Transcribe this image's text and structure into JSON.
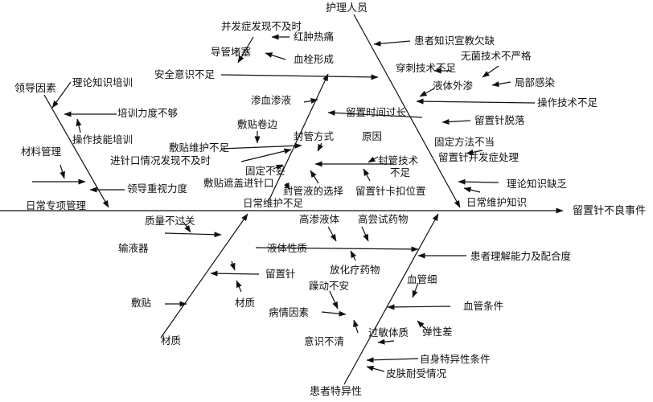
{
  "diagram": {
    "effect": "留置针不良事件",
    "labels": [
      {
        "id": "nurse",
        "text": "护理人员"
      },
      {
        "id": "complication-late",
        "text": "并发症发现不及时"
      },
      {
        "id": "redness",
        "text": "红肿热痛"
      },
      {
        "id": "tube-block",
        "text": "导管堵塞"
      },
      {
        "id": "thrombus",
        "text": "血栓形成"
      },
      {
        "id": "safety",
        "text": "安全意识不足"
      },
      {
        "id": "edu-lack",
        "text": "患者知识宣教欠缺"
      },
      {
        "id": "puncture-skill",
        "text": "穿刺技术不足"
      },
      {
        "id": "aseptic",
        "text": "无菌技术不严格"
      },
      {
        "id": "extravasation",
        "text": "液体外渗"
      },
      {
        "id": "local-infection",
        "text": "局部感染"
      },
      {
        "id": "operation-skill",
        "text": "操作技术不足"
      },
      {
        "id": "bleeding",
        "text": "渗血渗液"
      },
      {
        "id": "dwell-long",
        "text": "留置时间过长"
      },
      {
        "id": "detach",
        "text": "留置针脱落"
      },
      {
        "id": "dressing-edge",
        "text": "敷贴卷边"
      },
      {
        "id": "seal-method",
        "text": "封管方式"
      },
      {
        "id": "reason",
        "text": "原因"
      },
      {
        "id": "fix-improper",
        "text": "固定方法不当"
      },
      {
        "id": "dressing-maint",
        "text": "敷贴维护不足"
      },
      {
        "id": "complication-treat",
        "text": "留置针并发症处理"
      },
      {
        "id": "site-late",
        "text": "进针口情况发现不及时"
      },
      {
        "id": "seal-skill",
        "text": "封管技术"
      },
      {
        "id": "not-enough",
        "text": "不足"
      },
      {
        "id": "fix-bad",
        "text": "固定不妥"
      },
      {
        "id": "theory-lack",
        "text": "理论知识缺乏"
      },
      {
        "id": "cover-site",
        "text": "敷贴遮盖进针口"
      },
      {
        "id": "seal-liquid",
        "text": "封管液的选择"
      },
      {
        "id": "clip-pos",
        "text": "留置针卡扣位置"
      },
      {
        "id": "daily-maint-r",
        "text": "日常维护知识"
      },
      {
        "id": "daily-maint-l",
        "text": "日常维护不足"
      },
      {
        "id": "leader",
        "text": "领导因素"
      },
      {
        "id": "theory-train",
        "text": "理论知识培训"
      },
      {
        "id": "train-lack",
        "text": "培训力度不够"
      },
      {
        "id": "op-train",
        "text": "操作技能培训"
      },
      {
        "id": "material-mgmt",
        "text": "材料管理"
      },
      {
        "id": "leader-attention",
        "text": "领导重视力度"
      },
      {
        "id": "daily-mgmt",
        "text": "日常专项管理"
      },
      {
        "id": "quality",
        "text": "质量不过关"
      },
      {
        "id": "infuser",
        "text": "输液器"
      },
      {
        "id": "needle",
        "text": "留置针"
      },
      {
        "id": "material-1",
        "text": "材质"
      },
      {
        "id": "dressing",
        "text": "敷贴"
      },
      {
        "id": "material-2",
        "text": "材质"
      },
      {
        "id": "high-osm",
        "text": "高渗液体"
      },
      {
        "id": "high-irritant",
        "text": "高尝试药物"
      },
      {
        "id": "liquid-nature",
        "text": "液体性质"
      },
      {
        "id": "chemo",
        "text": "放化疗药物"
      },
      {
        "id": "understanding",
        "text": "患者理解能力及配合度"
      },
      {
        "id": "thin-vessel",
        "text": "血管细"
      },
      {
        "id": "restless",
        "text": "躁动不安"
      },
      {
        "id": "vessel-cond",
        "text": "血管条件"
      },
      {
        "id": "condition",
        "text": "病情因素"
      },
      {
        "id": "elasticity",
        "text": "弹性差"
      },
      {
        "id": "unconscious",
        "text": "意识不清"
      },
      {
        "id": "allergy",
        "text": "过敏体质"
      },
      {
        "id": "self-specific",
        "text": "自身特异性条件"
      },
      {
        "id": "skin-tolerance",
        "text": "皮肤耐受情况"
      },
      {
        "id": "patient-specific",
        "text": "患者特异性"
      }
    ]
  }
}
